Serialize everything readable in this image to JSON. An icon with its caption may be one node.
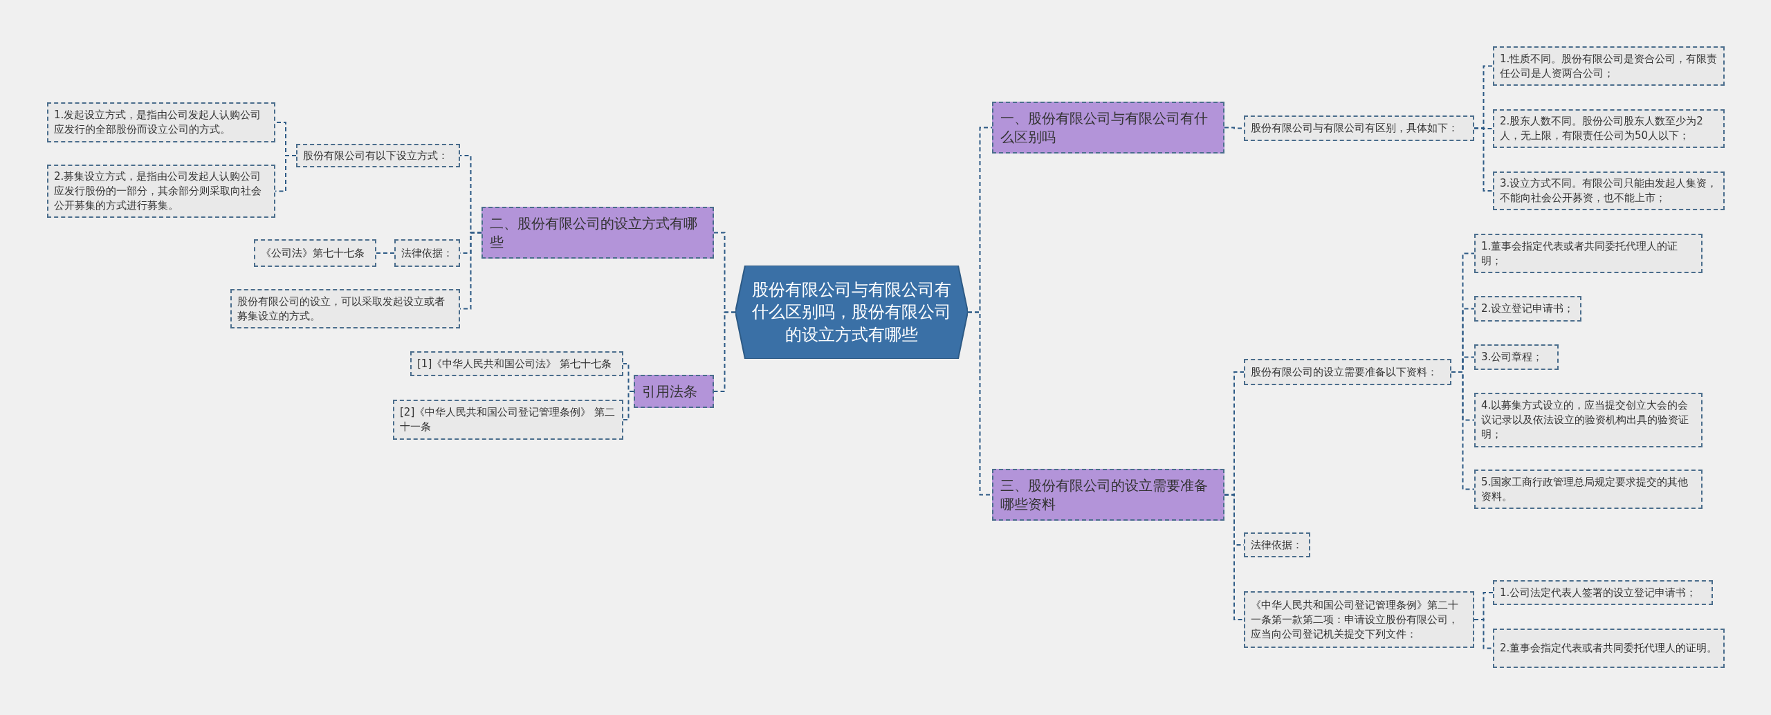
{
  "diagram": {
    "nodes": [
      {
        "text": [
          "股份有限公司与有限公司有什么区别吗，股份有限公司的设立方式有哪些"
        ]
      },
      {
        "text": [
          "一、股份有限公司与有限公司有什么区别吗"
        ]
      },
      {
        "text": [
          "股份有限公司与有限公司有区别，具体如下："
        ]
      },
      {
        "text": [
          "1.性质不同。股份有限公司是资合公司，有限责任公司是人资两合公司；"
        ]
      },
      {
        "text": [
          "2.股东人数不同。股份公司股东人数至少为2人，无上限，有限责任公司为50人以下；"
        ]
      },
      {
        "text": [
          "3.设立方式不同。有限公司只能由发起人集资，不能向社会公开募资，也不能上市；"
        ]
      },
      {
        "text": [
          "二、股份有限公司的设立方式有哪些"
        ]
      },
      {
        "text": [
          "股份有限公司有以下设立方式："
        ]
      },
      {
        "text": [
          "1.发起设立方式，是指由公司发起人认购公司应发行的全部股份而设立公司的方式。"
        ]
      },
      {
        "text": [
          "2.募集设立方式，是指由公司发起人认购公司应发行股份的一部分，其余部分则采取向社会公开募集的方式进行募集。"
        ]
      },
      {
        "text": [
          "法律依据："
        ]
      },
      {
        "text": [
          "《公司法》第七十七条"
        ]
      },
      {
        "text": [
          "股份有限公司的设立，可以采取发起设立或者募集设立的方式。"
        ]
      },
      {
        "text": [
          "引用法条"
        ]
      },
      {
        "text": [
          "[1]《中华人民共和国公司法》 第七十七条"
        ]
      },
      {
        "text": [
          "[2]《中华人民共和国公司登记管理条例》 第二十一条"
        ]
      },
      {
        "text": [
          "三、股份有限公司的设立需要准备哪些资料"
        ]
      },
      {
        "text": [
          "股份有限公司的设立需要准备以下资料："
        ]
      },
      {
        "text": [
          "1.董事会指定代表或者共同委托代理人的证明；"
        ]
      },
      {
        "text": [
          "2.设立登记申请书；"
        ]
      },
      {
        "text": [
          "3.公司章程；"
        ]
      },
      {
        "text": [
          "4.以募集方式设立的，应当提交创立大会的会议记录以及依法设立的验资机构出具的验资证明；"
        ]
      },
      {
        "text": [
          "5.国家工商行政管理总局规定要求提交的其他资料。"
        ]
      },
      {
        "text": [
          "法律依据："
        ]
      },
      {
        "text": [
          "《中华人民共和国公司登记管理条例》第二十一条第一款第二项：申请设立股份有限公司，应当向公司登记机关提交下列文件："
        ]
      },
      {
        "text": [
          "1.公司法定代表人签署的设立登记申请书；"
        ]
      },
      {
        "text": [
          "2.董事会指定代表或者共同委托代理人的证明。"
        ]
      }
    ],
    "edges": [
      {
        "from": 0,
        "to": 1,
        "arrow": "none"
      },
      {
        "from": 1,
        "to": 2,
        "arrow": "none"
      },
      {
        "from": 2,
        "to": 3,
        "arrow": "none"
      },
      {
        "from": 2,
        "to": 4,
        "arrow": "none"
      },
      {
        "from": 2,
        "to": 5,
        "arrow": "none"
      },
      {
        "from": 0,
        "to": 6,
        "arrow": "none"
      },
      {
        "from": 6,
        "to": 7,
        "arrow": "none"
      },
      {
        "from": 7,
        "to": 8,
        "arrow": "none"
      },
      {
        "from": 7,
        "to": 9,
        "arrow": "none"
      },
      {
        "from": 6,
        "to": 10,
        "arrow": "none"
      },
      {
        "from": 10,
        "to": 11,
        "arrow": "none"
      },
      {
        "from": 6,
        "to": 12,
        "arrow": "none"
      },
      {
        "from": 0,
        "to": 13,
        "arrow": "none"
      },
      {
        "from": 13,
        "to": 14,
        "arrow": "none"
      },
      {
        "from": 13,
        "to": 15,
        "arrow": "none"
      },
      {
        "from": 0,
        "to": 16,
        "arrow": "none"
      },
      {
        "from": 16,
        "to": 17,
        "arrow": "none"
      },
      {
        "from": 17,
        "to": 18,
        "arrow": "none"
      },
      {
        "from": 17,
        "to": 19,
        "arrow": "none"
      },
      {
        "from": 17,
        "to": 20,
        "arrow": "none"
      },
      {
        "from": 17,
        "to": 21,
        "arrow": "none"
      },
      {
        "from": 17,
        "to": 22,
        "arrow": "none"
      },
      {
        "from": 16,
        "to": 23,
        "arrow": "none"
      },
      {
        "from": 16,
        "to": 24,
        "arrow": "none"
      },
      {
        "from": 24,
        "to": 25,
        "arrow": "none"
      },
      {
        "from": 24,
        "to": 26,
        "arrow": "none"
      }
    ]
  }
}
